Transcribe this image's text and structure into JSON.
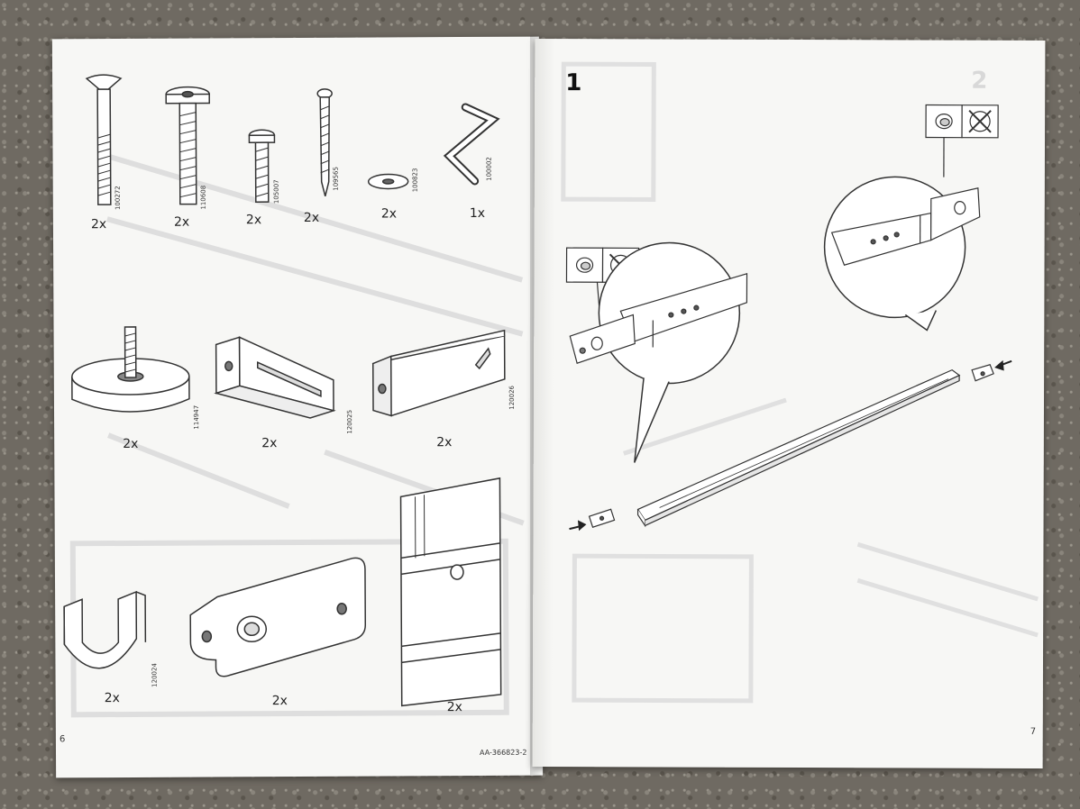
{
  "left_page": {
    "parts": [
      {
        "id": "100272",
        "qty": "2x"
      },
      {
        "id": "110608",
        "qty": "2x"
      },
      {
        "id": "105007",
        "qty": "2x"
      },
      {
        "id": "109565",
        "qty": "2x"
      },
      {
        "id": "100823",
        "qty": "2x"
      },
      {
        "id": "100002",
        "qty": "1x"
      },
      {
        "id": "114947",
        "qty": "2x"
      },
      {
        "id": "120025",
        "qty": "2x"
      },
      {
        "id": "120026",
        "qty": "2x"
      },
      {
        "id": "120024",
        "qty": "2x"
      },
      {
        "id": "",
        "qty": "2x"
      },
      {
        "id": "",
        "qty": "2x"
      }
    ],
    "page_number": "6",
    "doc_ref": "AA-366823-2"
  },
  "right_page": {
    "step_number": "1",
    "ghost_step": "2",
    "page_number": "7"
  },
  "colors": {
    "paper": "#f7f7f5",
    "ink": "#222222",
    "ghost": "#d0d0d0"
  }
}
